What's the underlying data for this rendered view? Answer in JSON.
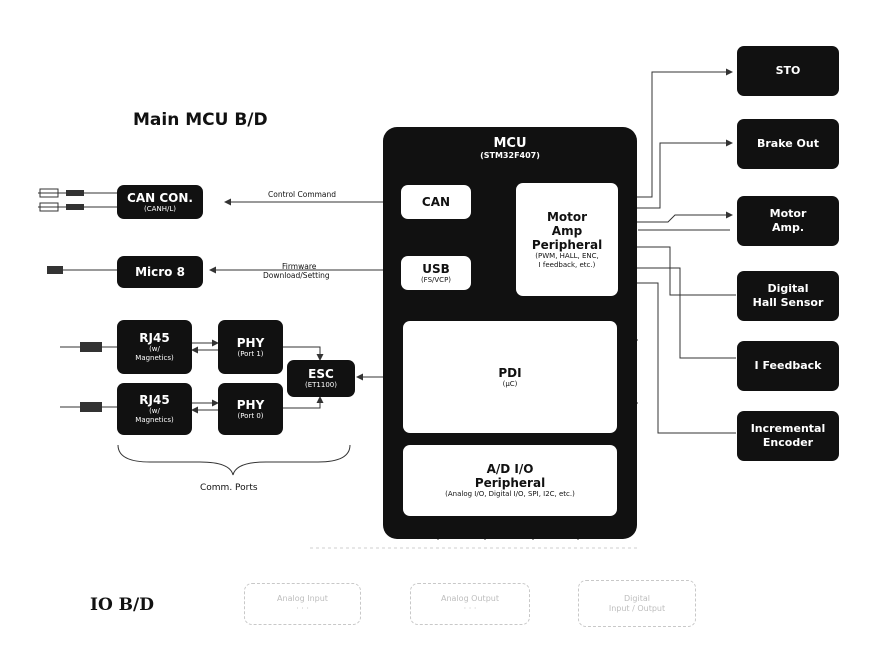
{
  "title_main": "Main MCU B/D",
  "title_io": "IO B/D",
  "mcu": {
    "title": "MCU",
    "subtitle": "(STM32F407)"
  },
  "can": {
    "label": "CAN"
  },
  "usb": {
    "label": "USB",
    "sub": "(FS/VCP)"
  },
  "motor_amp_periph": {
    "l1": "Motor",
    "l2": "Amp",
    "l3": "Peripheral",
    "sub1": "(PWM, HALL, ENC,",
    "sub2": "I feedback, etc.)"
  },
  "pdi": {
    "label": "PDI",
    "sub": "(μC)"
  },
  "adio": {
    "l1": "A/D I/O",
    "l2": "Peripheral",
    "sub": "(Analog I/O, Digital I/O, SPI, I2C, etc.)"
  },
  "can_con": {
    "label": "CAN CON.",
    "sub": "(CANH/L)"
  },
  "micro8": {
    "label": "Micro 8"
  },
  "rj45_1": {
    "label": "RJ45",
    "sub1": "(w/",
    "sub2": "Magnetics)"
  },
  "rj45_2": {
    "label": "RJ45",
    "sub1": "(w/",
    "sub2": "Magnetics)"
  },
  "phy1": {
    "label": "PHY",
    "sub": "(Port 1)"
  },
  "phy0": {
    "label": "PHY",
    "sub": "(Port 0)"
  },
  "esc": {
    "label": "ESC",
    "sub": "(ET1100)"
  },
  "line_labels": {
    "control_command": "Control Command",
    "firmware1": "Firmware",
    "firmware2": "Download/Setting"
  },
  "comm_ports": "Comm. Ports",
  "right_blocks": {
    "sto": "STO",
    "brake": "Brake Out",
    "motor_amp1": "Motor",
    "motor_amp2": "Amp.",
    "hall1": "Digital",
    "hall2": "Hall Sensor",
    "ifeedback": "I Feedback",
    "enc1": "Incremental",
    "enc2": "Encoder"
  },
  "io_boxes": [
    {
      "line1": "Analog Input",
      "line2": "· · ·"
    },
    {
      "line1": "Analog Output",
      "line2": "· · ·"
    },
    {
      "line1": "Digital",
      "line2": "Input / Output"
    }
  ],
  "colors": {
    "block": "#111111",
    "line": "#333333",
    "ghost": "#c8c8c8"
  }
}
